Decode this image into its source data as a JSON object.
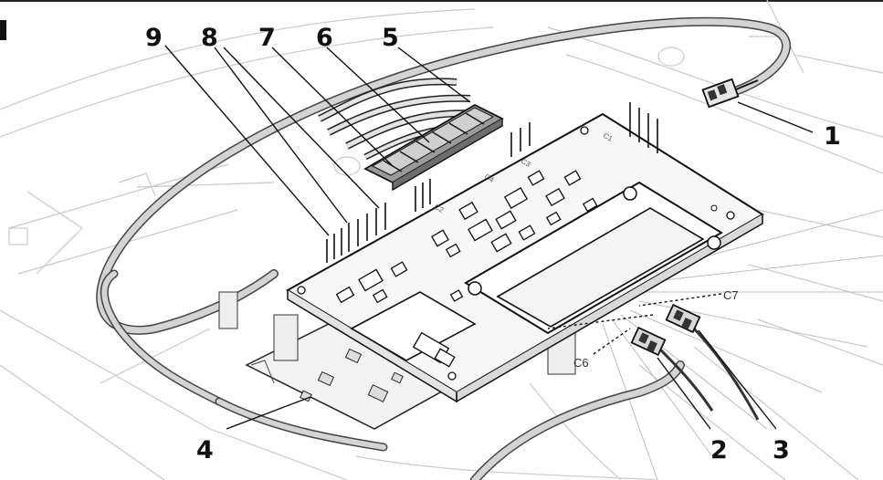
{
  "diagram": {
    "callouts": [
      {
        "id": "callout-1",
        "label": "1"
      },
      {
        "id": "callout-2",
        "label": "2"
      },
      {
        "id": "callout-3",
        "label": "3"
      },
      {
        "id": "callout-4",
        "label": "4"
      },
      {
        "id": "callout-5",
        "label": "5"
      },
      {
        "id": "callout-6",
        "label": "6"
      },
      {
        "id": "callout-7",
        "label": "7"
      },
      {
        "id": "callout-8",
        "label": "8"
      },
      {
        "id": "callout-9",
        "label": "9"
      }
    ],
    "connector_labels": {
      "c6": "C6",
      "c7": "C7"
    },
    "silkscreen": {
      "c1": "C1",
      "c2": "C2",
      "c3": "C3",
      "c4": "C4"
    }
  }
}
